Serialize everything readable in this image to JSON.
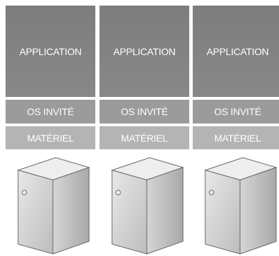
{
  "columns": [
    {
      "application": "APPLICATION",
      "os": "OS INVITÉ",
      "hardware": "MATÉRIEL"
    },
    {
      "application": "APPLICATION",
      "os": "OS INVITÉ",
      "hardware": "MATÉRIEL"
    },
    {
      "application": "APPLICATION",
      "os": "OS INVITÉ",
      "hardware": "MATÉRIEL"
    }
  ],
  "colors": {
    "application_block": "#838383",
    "os_block": "#9b9b9b",
    "hardware_block": "#b4b4b4",
    "server_face": "#d9d9d9",
    "server_top": "#ececec",
    "server_side": "#c9c9c9"
  },
  "icons": [
    "server-tower-icon",
    "server-tower-icon",
    "server-tower-icon"
  ]
}
